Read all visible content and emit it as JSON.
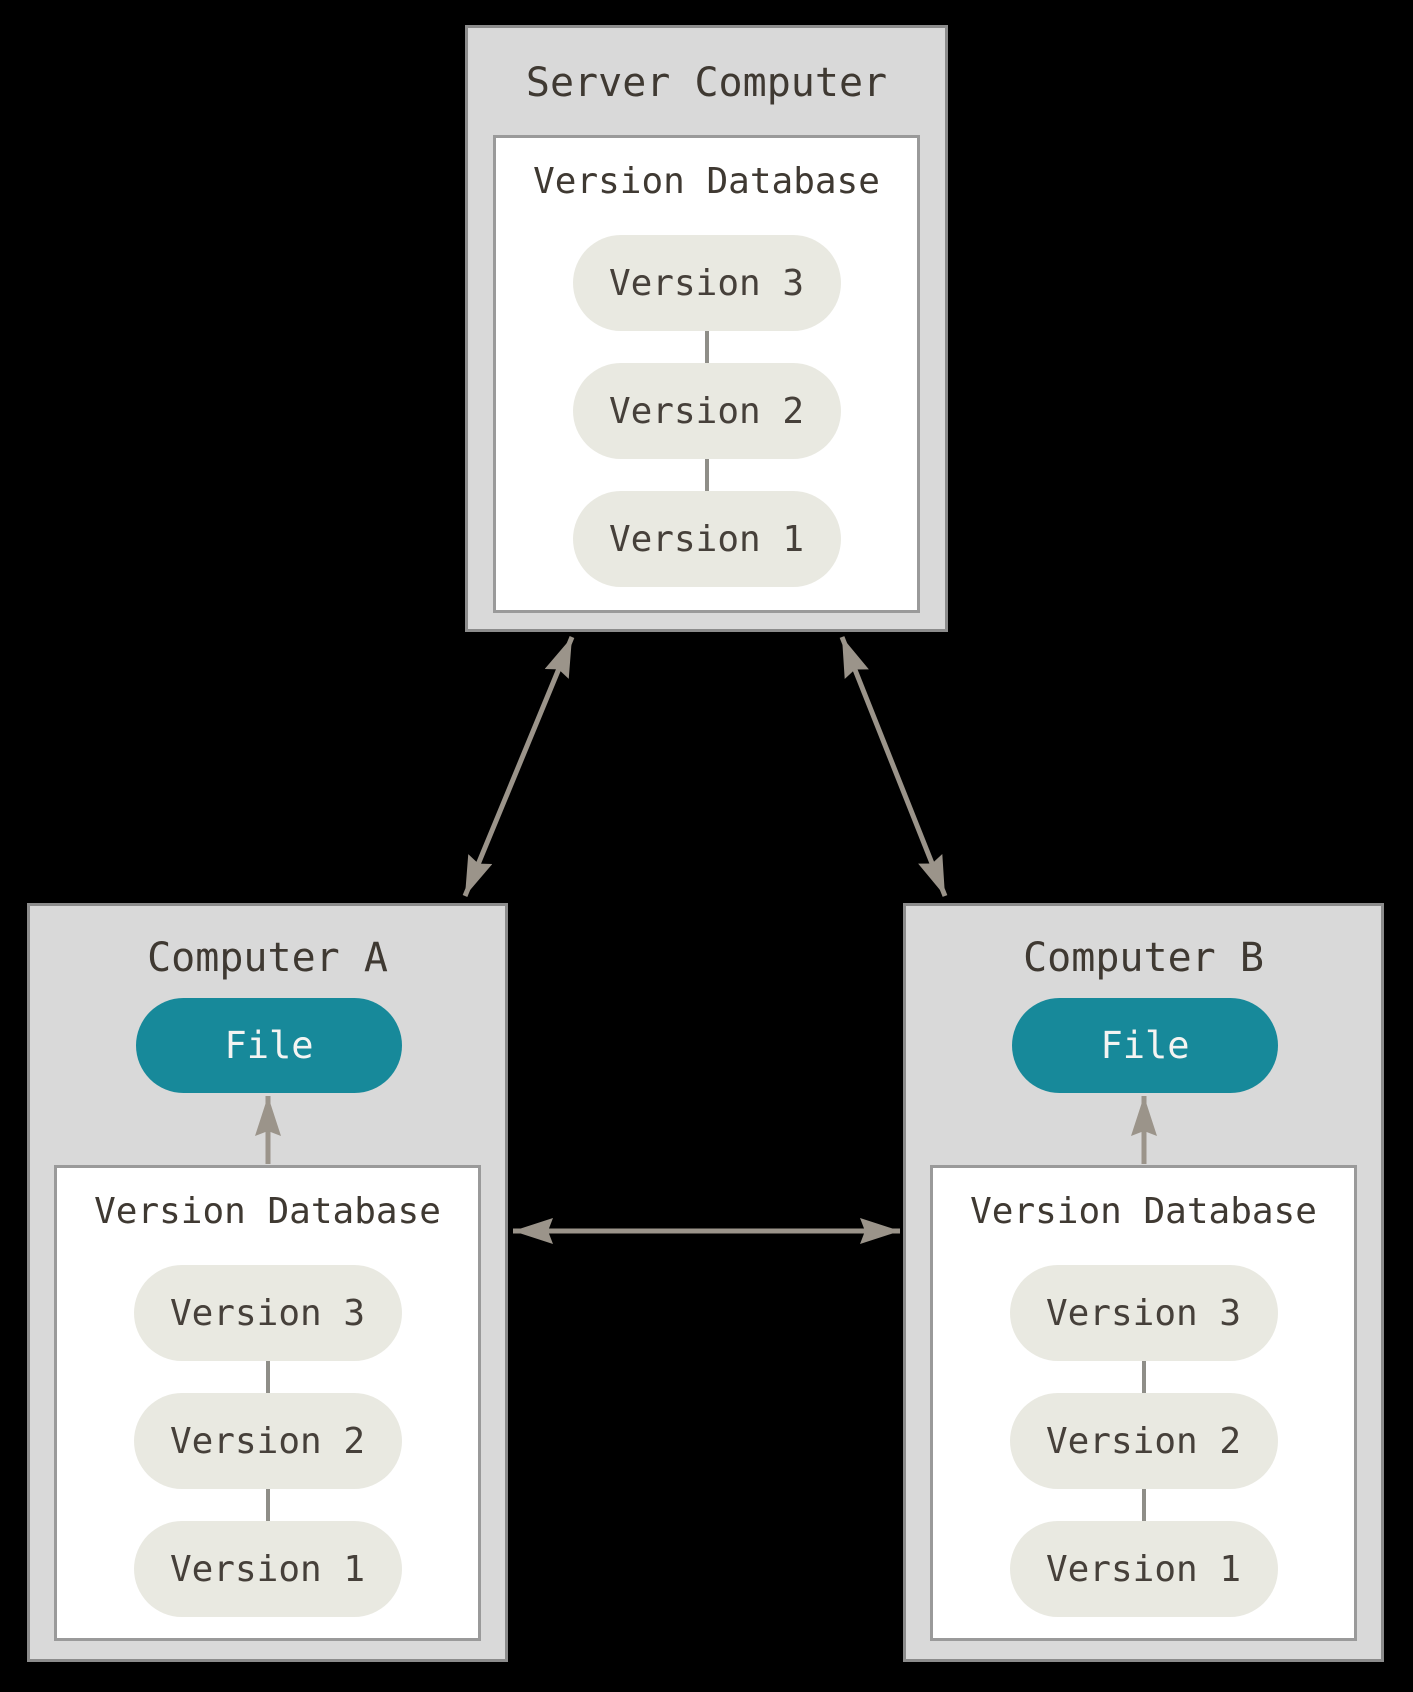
{
  "server": {
    "title": "Server Computer",
    "database": {
      "title": "Version Database",
      "versions": [
        "Version 3",
        "Version 2",
        "Version 1"
      ]
    }
  },
  "computer_a": {
    "title": "Computer A",
    "file_label": "File",
    "database": {
      "title": "Version Database",
      "versions": [
        "Version 3",
        "Version 2",
        "Version 1"
      ]
    }
  },
  "computer_b": {
    "title": "Computer B",
    "file_label": "File",
    "database": {
      "title": "Version Database",
      "versions": [
        "Version 3",
        "Version 2",
        "Version 1"
      ]
    }
  },
  "colors": {
    "outer_box_bg": "#d9d9d9",
    "outer_box_border": "#8c8c8c",
    "inner_box_bg": "#ffffff",
    "inner_box_border": "#9a9a9a",
    "pill_bg": "#e9e9e1",
    "pill_text": "#46403a",
    "title_text": "#3f3932",
    "file_pill_bg": "#17899a",
    "file_pill_text": "#f4f4f2",
    "arrow": "#9b948a",
    "connector": "#8f8e88",
    "canvas_bg": "#000000"
  }
}
